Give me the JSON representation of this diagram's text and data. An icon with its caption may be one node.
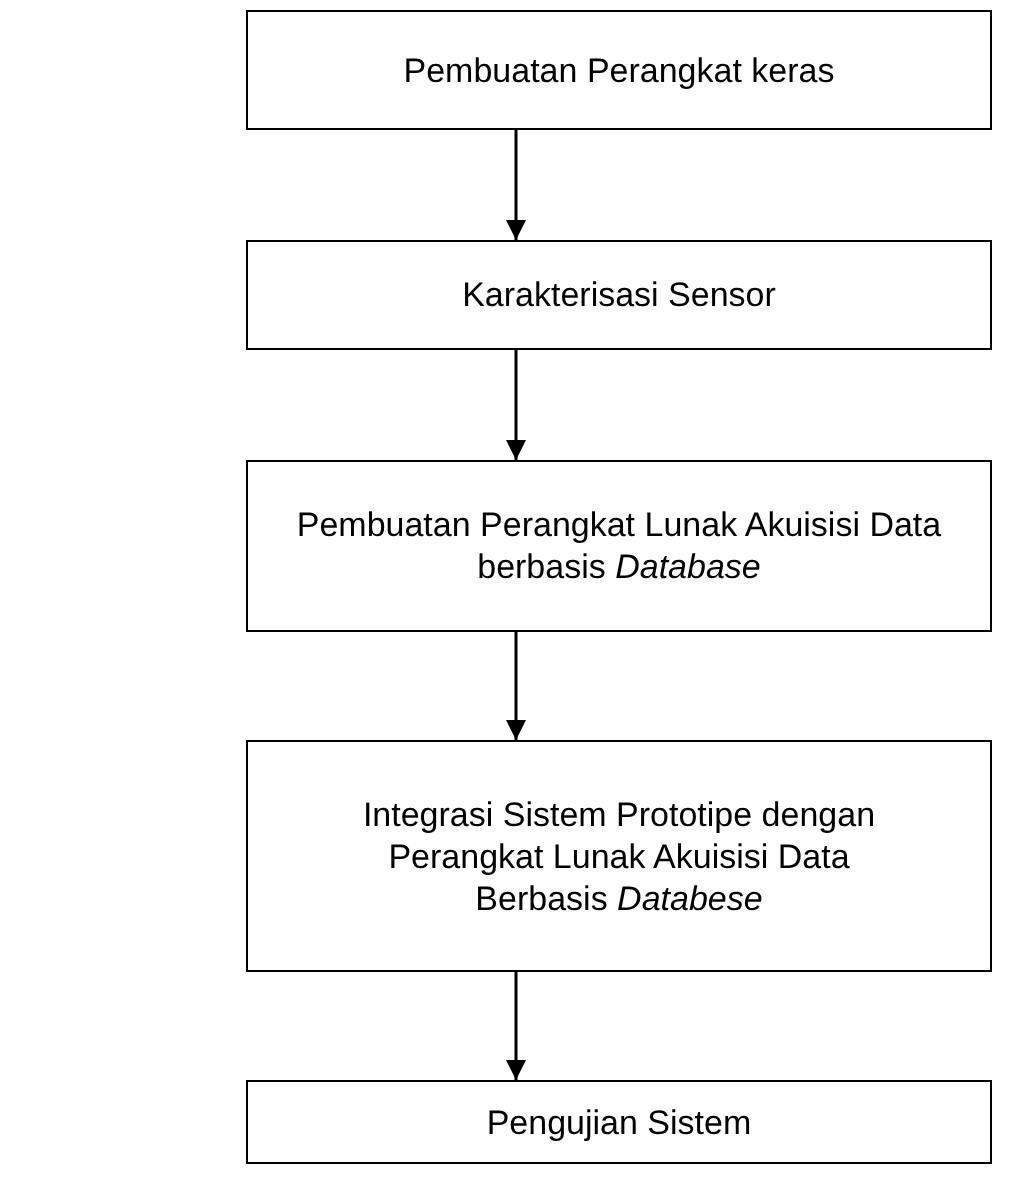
{
  "diagram": {
    "nodes": [
      {
        "text": [
          "Pembuatan Perangkat keras"
        ]
      },
      {
        "text": [
          "Karakterisasi Sensor"
        ]
      },
      {
        "text": [
          "Pembuatan Perangkat Lunak Akuisisi Data berbasis *Database*"
        ]
      },
      {
        "text": [
          "Integrasi Sistem Prototipe dengan Perangkat Lunak Akuisisi Data Berbasis *Databese*"
        ]
      },
      {
        "text": [
          "Pengujian Sistem"
        ]
      }
    ],
    "edges": [
      {
        "from": 0,
        "to": 1,
        "arrow": "to"
      },
      {
        "from": 1,
        "to": 2,
        "arrow": "to"
      },
      {
        "from": 2,
        "to": 3,
        "arrow": "to"
      },
      {
        "from": 3,
        "to": 4,
        "arrow": "to"
      }
    ]
  }
}
